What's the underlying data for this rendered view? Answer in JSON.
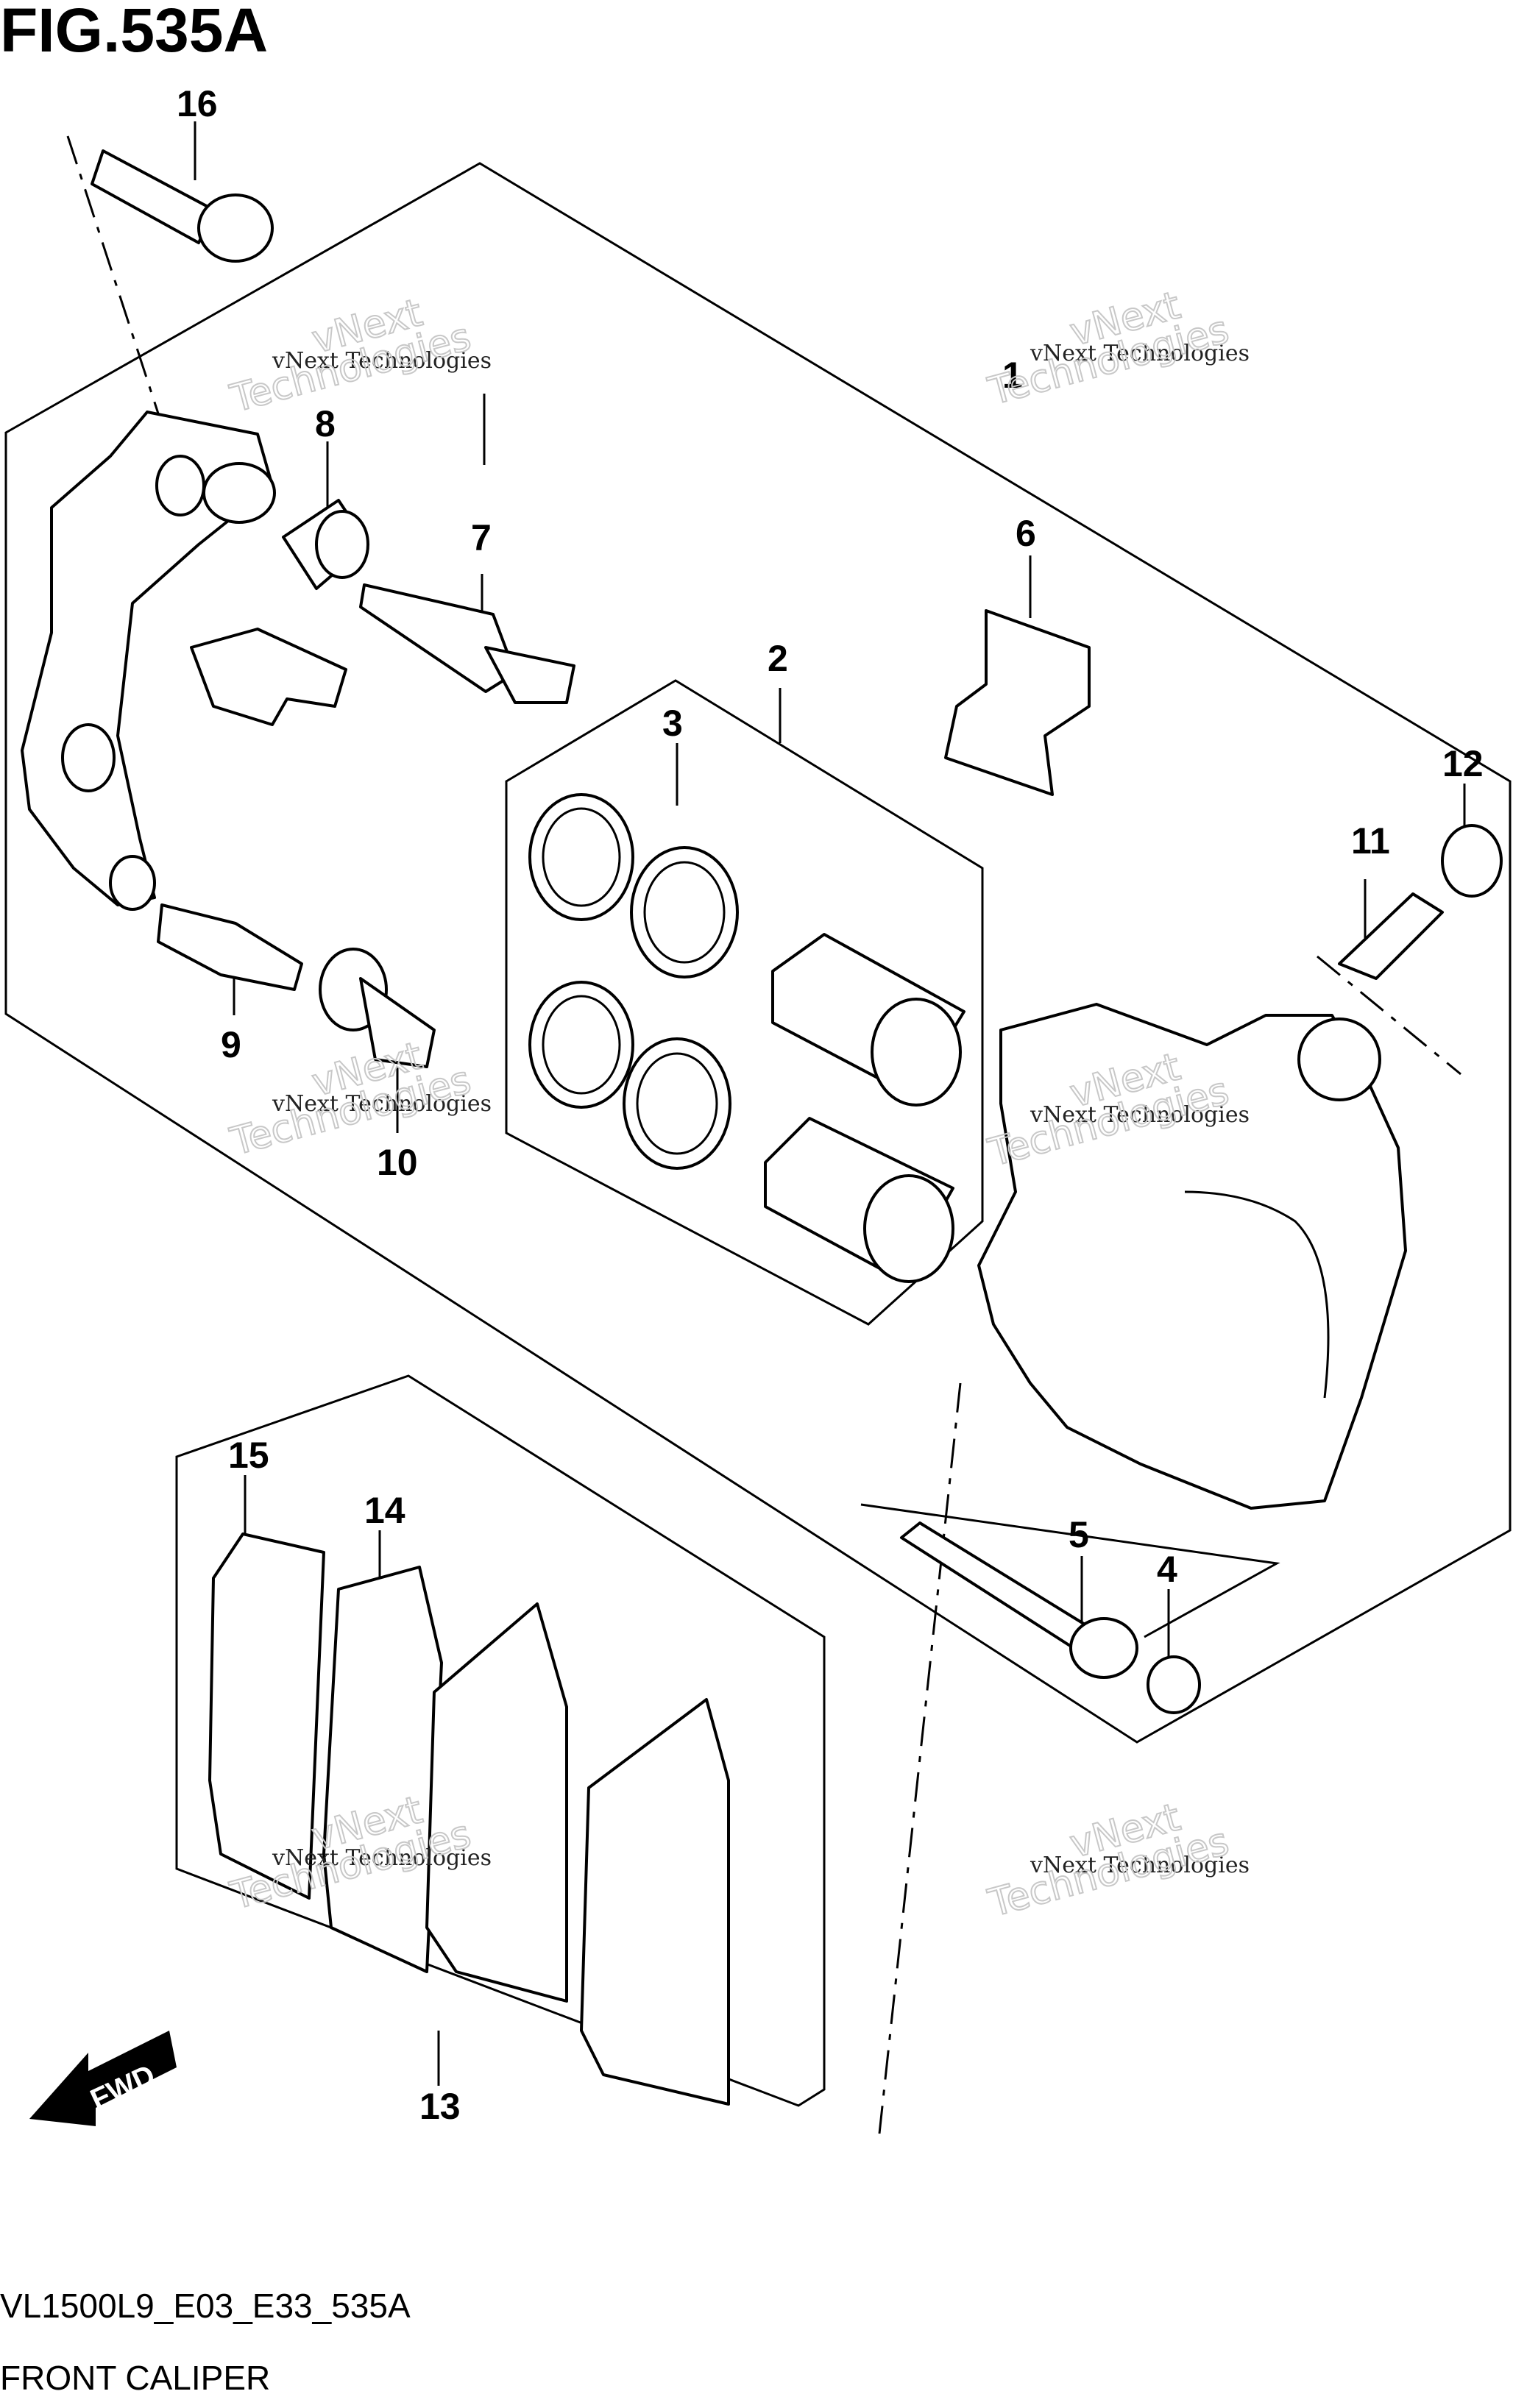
{
  "figure": {
    "title": "FIG.535A",
    "code": "VL1500L9_E03_E33_535A",
    "caption": "FRONT CALIPER"
  },
  "callouts": [
    "1",
    "2",
    "3",
    "4",
    "5",
    "6",
    "7",
    "8",
    "9",
    "10",
    "11",
    "12",
    "13",
    "14",
    "15",
    "16"
  ],
  "direction_label": "FWD",
  "watermark": {
    "line1": "vNext Technologies",
    "line2": "vNext",
    "line3": "Technologies"
  }
}
